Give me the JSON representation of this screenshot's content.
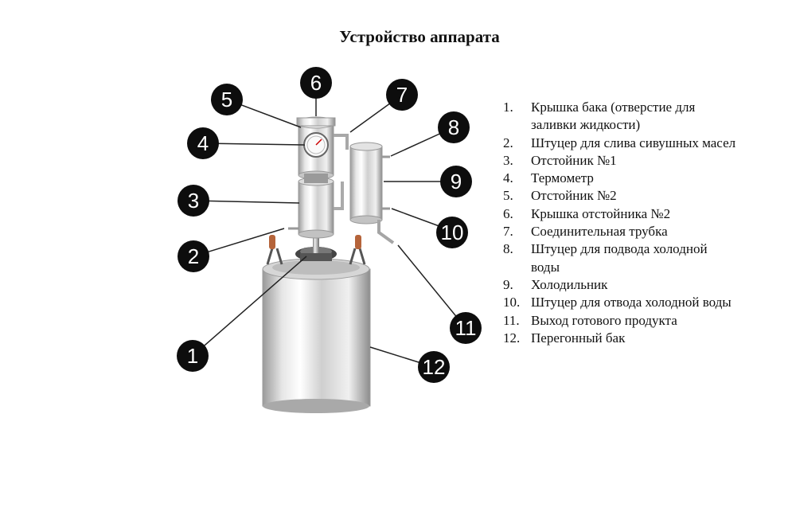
{
  "title": "Устройство аппарата",
  "badges": [
    "1",
    "2",
    "3",
    "4",
    "5",
    "6",
    "7",
    "8",
    "9",
    "10",
    "11",
    "12"
  ],
  "legend": [
    {
      "num": "1.",
      "text": "Крышка бака (отверстие для заливки жидкости)"
    },
    {
      "num": "2.",
      "text": "Штуцер для слива сивушных масел"
    },
    {
      "num": "3.",
      "text": "Отстойник №1"
    },
    {
      "num": "4.",
      "text": "Термометр"
    },
    {
      "num": "5.",
      "text": "Отстойник №2"
    },
    {
      "num": "6.",
      "text": "Крышка отстойника №2"
    },
    {
      "num": "7.",
      "text": "Соединительная трубка"
    },
    {
      "num": "8.",
      "text": "Штуцер для подвода холодной воды"
    },
    {
      "num": "9.",
      "text": "Холодильник"
    },
    {
      "num": "10.",
      "text": "Штуцер для отвода холодной воды"
    },
    {
      "num": "11.",
      "text": "Выход готового продукта"
    },
    {
      "num": "12.",
      "text": "Перегонный бак"
    }
  ],
  "colors": {
    "badge": "#0d0d0d",
    "leader": "#222222",
    "steel_light": "#f2f2f2",
    "steel_dark": "#8a8a8a",
    "handle": "#b5643a"
  }
}
